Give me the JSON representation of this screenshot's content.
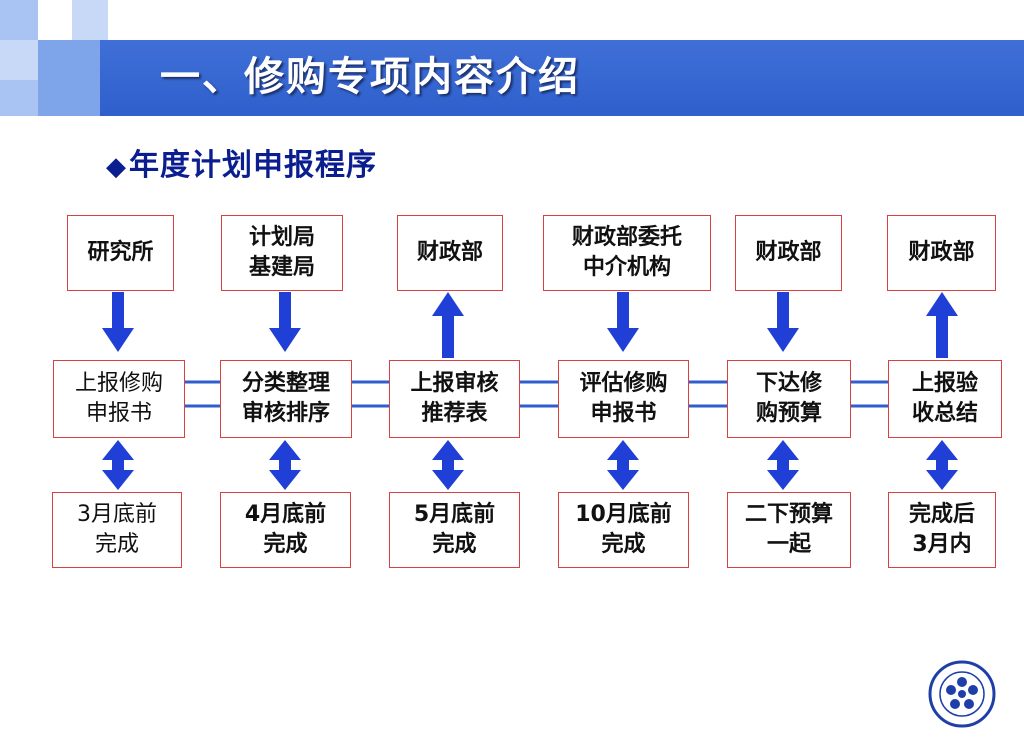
{
  "title": "一、修购专项内容介绍",
  "subtitle": {
    "bullet": "◆",
    "text": "年度计划申报程序"
  },
  "top_row": [
    "研究所",
    "计划局\n基建局",
    "财政部",
    "财政部委托\n中介机构",
    "财政部",
    "财政部"
  ],
  "middle_row": [
    "上报修购\n申报书",
    "分类整理\n审核排序",
    "上报审核\n推荐表",
    "评估修购\n申报书",
    "下达修\n购预算",
    "上报验\n收总结"
  ],
  "bottom_row": [
    "3月底前\n完成",
    "4月底前\n完成",
    "5月底前\n完成",
    "10月底前\n完成",
    "二下预算\n一起",
    "完成后\n3月内"
  ],
  "top_arrow_directions": [
    "down",
    "down",
    "up",
    "down",
    "down",
    "up"
  ],
  "colors": {
    "accent": "#2f5fcc",
    "arrow": "#1f3fd6",
    "box_border": "#d94040",
    "subtitle": "#0b1e8f"
  }
}
